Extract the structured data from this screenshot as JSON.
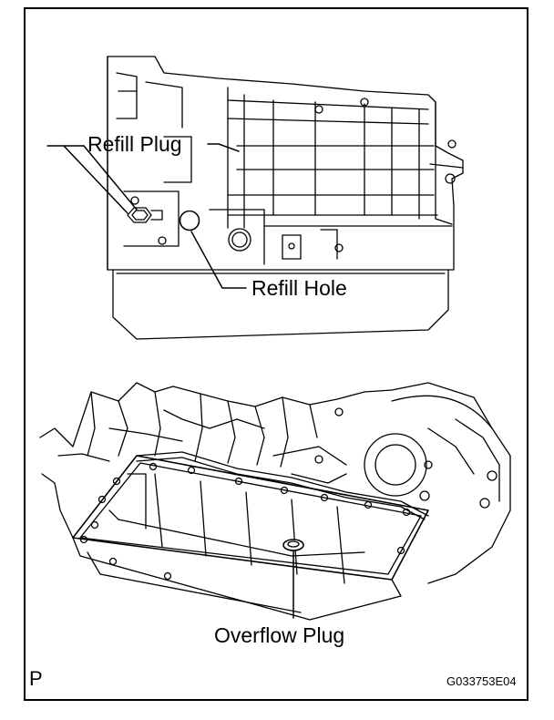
{
  "figure": {
    "callouts": {
      "refill_plug": "Refill Plug",
      "refill_hole": "Refill Hole",
      "overflow_plug": "Overflow Plug"
    },
    "corner_letter": "P",
    "figure_code": "G033753E04"
  }
}
